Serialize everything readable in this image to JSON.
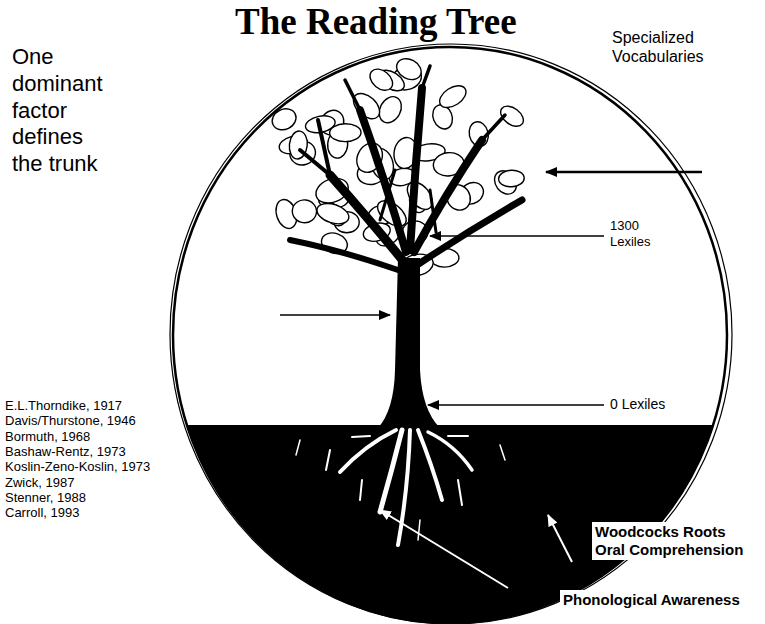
{
  "diagram": {
    "title": "The Reading Tree",
    "labels": [
      "Specialized Vocabularies",
      "1300 Lexiles",
      "One dominant factor defines the trunk",
      "0 Lexiles",
      "E.L.Thorndike, 1917",
      "Davis/Thurstone, 1946",
      "Bormuth, 1968",
      "Bashaw-Rentz, 1973",
      "Koslin-Zeno-Koslin, 1973",
      "Zwick, 1987",
      "Stenner, 1988",
      "Carroll, 1993",
      "Woodcocks Roots Oral Comprehension",
      "Phonological Awareness"
    ]
  }
}
